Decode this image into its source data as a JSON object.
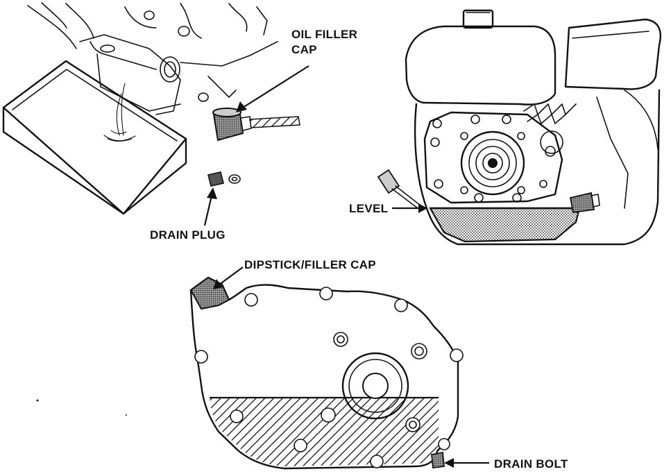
{
  "labels": {
    "oil_filler_cap_line1": "OIL FILLER",
    "oil_filler_cap_line2": "CAP",
    "drain_plug": "DRAIN PLUG",
    "level": "LEVEL",
    "dipstick_filler_cap": "DIPSTICK/FILLER CAP",
    "drain_bolt": "DRAIN BOLT"
  }
}
